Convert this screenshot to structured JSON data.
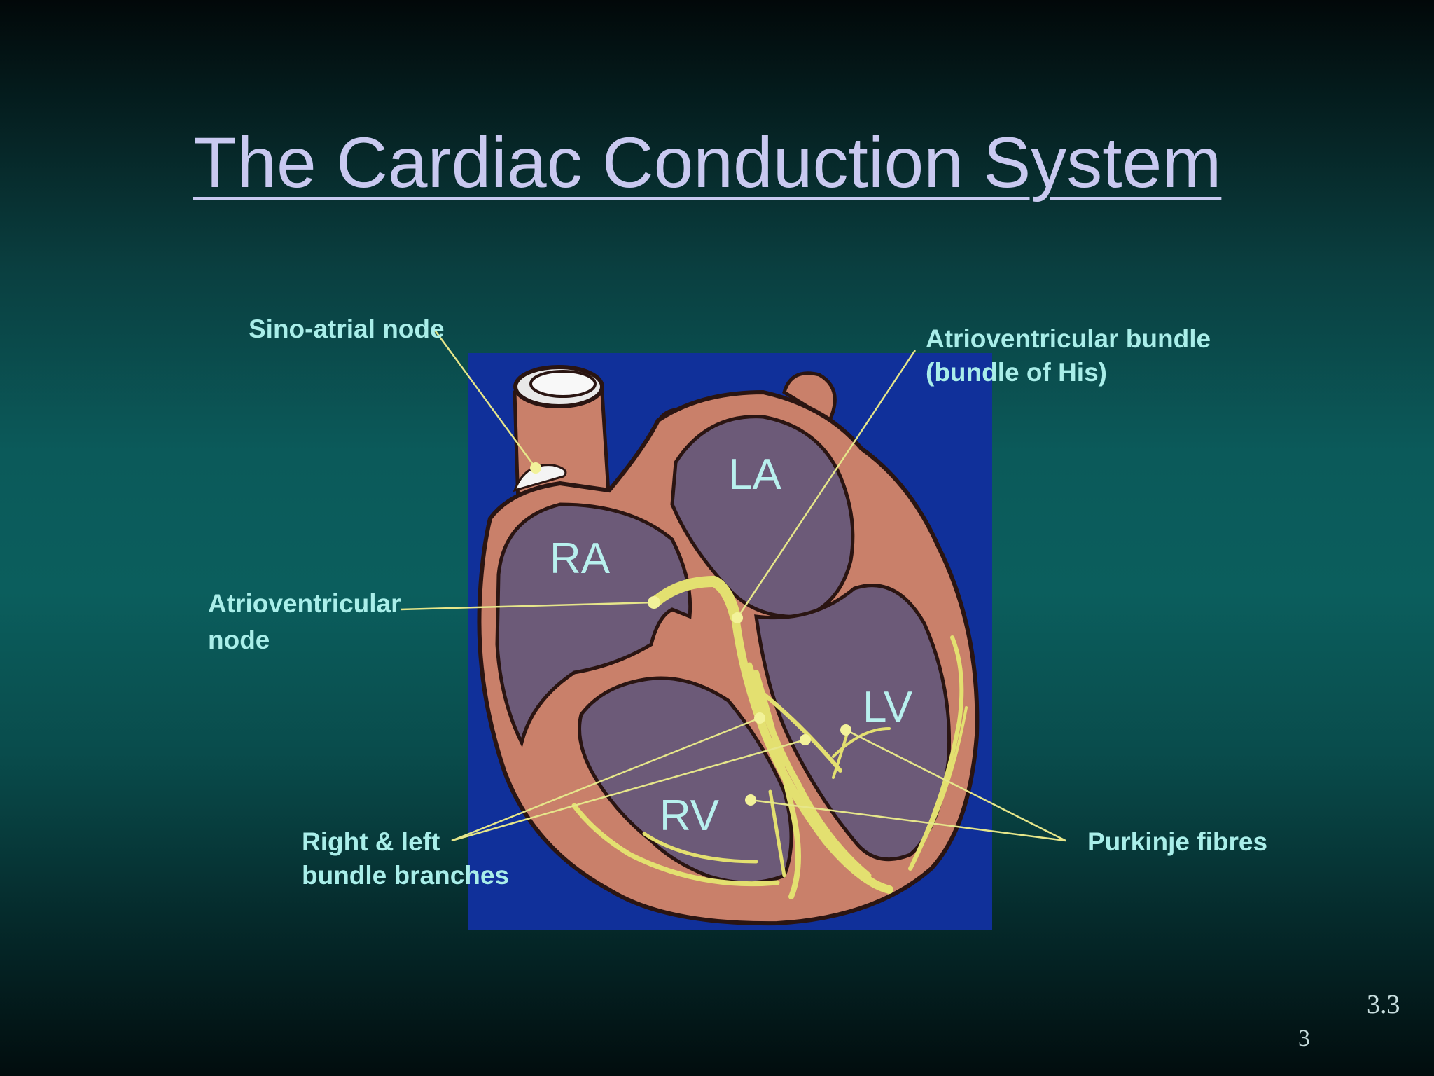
{
  "title": "The Cardiac Conduction System",
  "labels": {
    "sa_node": "Sino-atrial node",
    "av_bundle_line1": "Atrioventricular bundle",
    "av_bundle_line2": "(bundle of His)",
    "av_node_line1": "Atrioventricular",
    "av_node_line2": "node",
    "bundle_branches_line1": "Right & left",
    "bundle_branches_line2": "bundle branches",
    "purkinje": "Purkinje fibres"
  },
  "chambers": {
    "ra": "RA",
    "la": "LA",
    "rv": "RV",
    "lv": "LV"
  },
  "slide_number": {
    "section": "3.3",
    "page": "3"
  },
  "colors": {
    "panel_blue": "#10309a",
    "muscle": "#c9806a",
    "chamber": "#6c5a78",
    "conduction": "#e3e070",
    "label_text": "#a9eee9",
    "title_text": "#c9c9f0"
  }
}
